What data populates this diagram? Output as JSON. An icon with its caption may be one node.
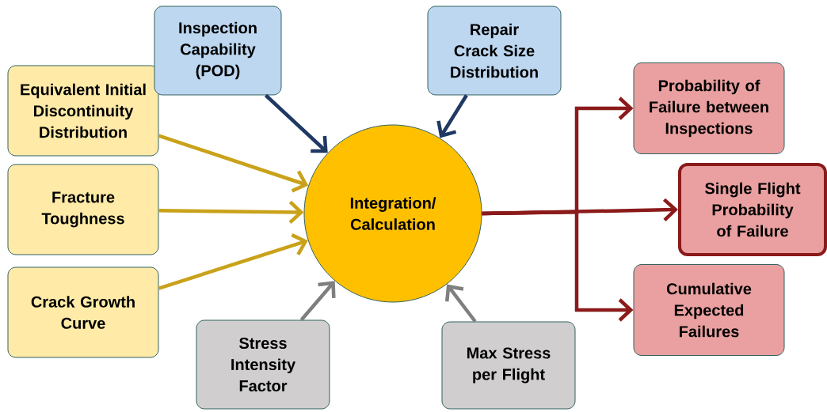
{
  "diagram": {
    "nodes": [
      {
        "text": [
          "Equivalent Initial Discontinuity Distribution"
        ]
      },
      {
        "text": [
          "Fracture Toughness"
        ]
      },
      {
        "text": [
          "Crack Growth Curve"
        ]
      },
      {
        "text": [
          "Inspection Capability (POD)"
        ]
      },
      {
        "text": [
          "Repair Crack Size Distribution"
        ]
      },
      {
        "text": [
          "Integration/ Calculation"
        ]
      },
      {
        "text": [
          "Stress Intensity Factor"
        ]
      },
      {
        "text": [
          "Max Stress per Flight"
        ]
      },
      {
        "text": [
          "Probability of Failure between Inspections"
        ]
      },
      {
        "text": [
          "Single Flight Probability of Failure"
        ]
      },
      {
        "text": [
          "Cumulative Expected Failures"
        ]
      }
    ],
    "edges": [
      {
        "from": 0,
        "to": 5,
        "arrow": "to",
        "color": "#c9a21a"
      },
      {
        "from": 1,
        "to": 5,
        "arrow": "to",
        "color": "#c9a21a"
      },
      {
        "from": 2,
        "to": 5,
        "arrow": "to",
        "color": "#c9a21a"
      },
      {
        "from": 3,
        "to": 5,
        "arrow": "to",
        "color": "#1f3864"
      },
      {
        "from": 4,
        "to": 5,
        "arrow": "to",
        "color": "#1f3864"
      },
      {
        "from": 6,
        "to": 5,
        "arrow": "to",
        "color": "#7f7f7f"
      },
      {
        "from": 7,
        "to": 5,
        "arrow": "to",
        "color": "#7f7f7f"
      },
      {
        "from": 5,
        "to": 8,
        "arrow": "to",
        "color": "#8b1a1a"
      },
      {
        "from": 5,
        "to": 9,
        "arrow": "to",
        "color": "#8b1a1a"
      },
      {
        "from": 5,
        "to": 10,
        "arrow": "to",
        "color": "#8b1a1a"
      }
    ]
  }
}
